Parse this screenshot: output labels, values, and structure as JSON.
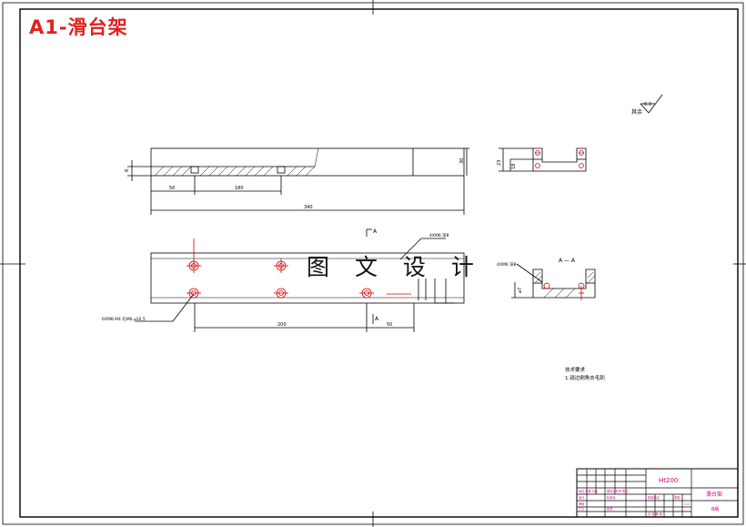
{
  "header": {
    "title": "A1-滑台架"
  },
  "watermark": "图 文 设 计",
  "surface_finish": {
    "label": "其余",
    "value": "6.3"
  },
  "front_view": {
    "dims": {
      "thickness": "8",
      "height": "30",
      "offset": "50",
      "spacing": "180",
      "overall": "340"
    }
  },
  "side_view": {
    "dims": {
      "outer": "23",
      "inner": "18"
    }
  },
  "top_view": {
    "section_mark": "A",
    "callout_bolts": "6XM8 M4 孔M6,⌀10 5",
    "callout_right": "4XM6 深8",
    "dims": {
      "span": "200",
      "edge": "50"
    }
  },
  "section_view": {
    "title": "A — A",
    "callout": "4XM6 深8",
    "dim": "⌀7"
  },
  "notes": {
    "heading": "技术要求",
    "line1": "1.锐边倒角去毛刺"
  },
  "title_block": {
    "material": "Ht200",
    "part_name": "滑台架",
    "scale": "1:1",
    "sheet": "B版"
  },
  "colors": {
    "title_red": "#e0201c",
    "tb_text": "#c4007a",
    "line": "#000000",
    "hole_red": "#d40000"
  }
}
